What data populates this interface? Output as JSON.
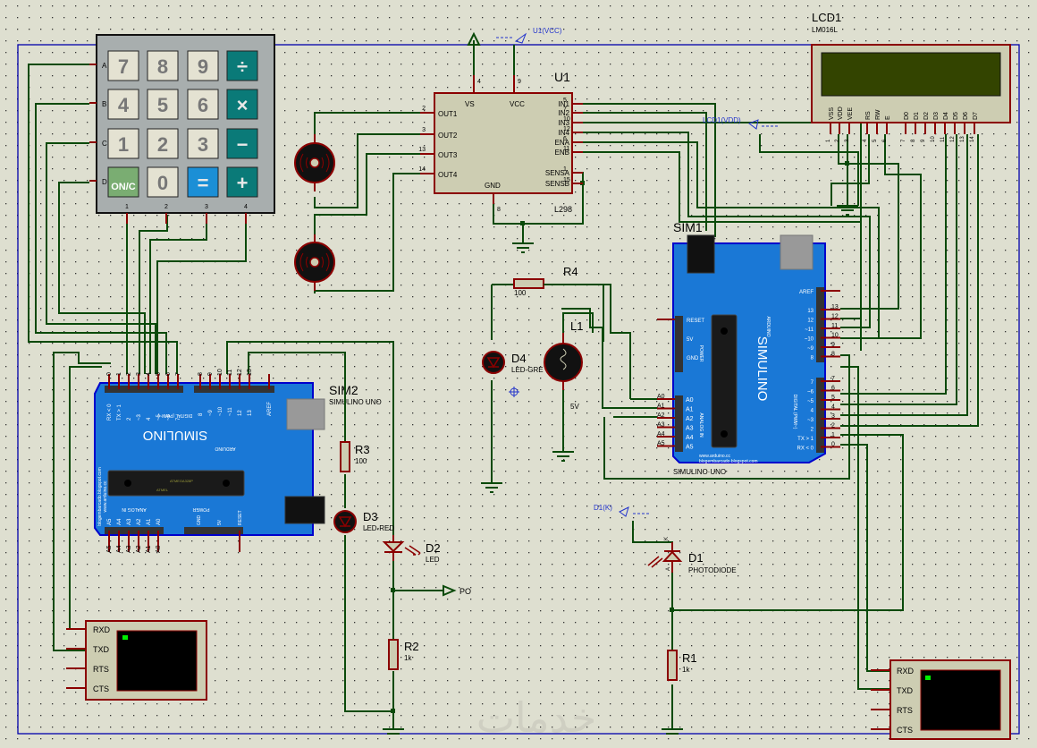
{
  "colors": {
    "background": "#dedfd0",
    "wire": "#0a4a0a",
    "pin": "#8b0000",
    "frame": "#0000aa",
    "arduino_board": "#1a78d6",
    "lcd_screen": "#334400",
    "terminal_screen": "#000000",
    "terminal_cursor": "#00ee00",
    "keypad_op": "#0a7a78",
    "keypad_on": "#7aad72",
    "keypad_equals": "#1b8fd6",
    "label_blue": "#2233cc"
  },
  "keypad": {
    "rows": [
      "A",
      "B",
      "C",
      "D"
    ],
    "cols": [
      "1",
      "2",
      "3",
      "4"
    ],
    "keys": [
      [
        "7",
        "8",
        "9",
        "÷"
      ],
      [
        "4",
        "5",
        "6",
        "×"
      ],
      [
        "1",
        "2",
        "3",
        "−"
      ],
      [
        "ON/C",
        "0",
        "=",
        "+"
      ]
    ]
  },
  "l298": {
    "ref": "U1",
    "part": "L298",
    "top_pins": [
      {
        "name": "VS",
        "num": "4"
      },
      {
        "name": "VCC",
        "num": "9"
      }
    ],
    "left_pins": [
      {
        "name": "OUT1",
        "num": "2"
      },
      {
        "name": "OUT2",
        "num": "3"
      },
      {
        "name": "OUT3",
        "num": "13"
      },
      {
        "name": "OUT4",
        "num": "14"
      }
    ],
    "right_pins": [
      {
        "name": "IN1",
        "num": "5"
      },
      {
        "name": "IN2",
        "num": "7"
      },
      {
        "name": "IN3",
        "num": "10"
      },
      {
        "name": "IN4",
        "num": "12"
      },
      {
        "name": "ENA",
        "num": "6"
      },
      {
        "name": "ENB",
        "num": "11"
      },
      {
        "name": "SENSA",
        "num": "1"
      },
      {
        "name": "SENSB",
        "num": "15"
      }
    ],
    "bottom_pin": {
      "name": "GND",
      "num": "8"
    },
    "power_label": "U1(VCC)"
  },
  "lcd": {
    "ref": "LCD1",
    "part": "LM016L",
    "power_label": "LCD1(VDD)",
    "pins": [
      {
        "name": "VSS",
        "num": "1"
      },
      {
        "name": "VDD",
        "num": "2"
      },
      {
        "name": "VEE",
        "num": "3"
      },
      {
        "name": "RS",
        "num": "4"
      },
      {
        "name": "RW",
        "num": "5"
      },
      {
        "name": "E",
        "num": "6"
      },
      {
        "name": "D0",
        "num": "7"
      },
      {
        "name": "D1",
        "num": "8"
      },
      {
        "name": "D2",
        "num": "9"
      },
      {
        "name": "D3",
        "num": "10"
      },
      {
        "name": "D4",
        "num": "11"
      },
      {
        "name": "D5",
        "num": "12"
      },
      {
        "name": "D6",
        "num": "13"
      },
      {
        "name": "D7",
        "num": "14"
      }
    ]
  },
  "sim1": {
    "ref": "SIM1",
    "part": "SIMULINO·UNO",
    "brand": "SIMULINO",
    "arduino": "ARDUINO",
    "digital_label": "DIGITAL (PWM~)",
    "analog_label": "ANALOG IN",
    "power_label": "POWER",
    "url1": "www.arduino.cc",
    "url2": "blogembarcado.blogspot.com",
    "digital_pins_hi": [
      "AREF",
      "",
      "13",
      "12",
      "~11",
      "~10",
      "~9",
      "8"
    ],
    "digital_pins_hi_nums": [
      "",
      "",
      "13",
      "12",
      "11",
      "10",
      "9",
      "8"
    ],
    "digital_pins_lo": [
      "7",
      "~6",
      "~5",
      "4",
      "~3",
      "2",
      "TX > 1",
      "RX < 0"
    ],
    "digital_pins_lo_nums": [
      "7",
      "6",
      "5",
      "4",
      "3",
      "2",
      "1",
      "0"
    ],
    "power_pins": [
      "RESET",
      "",
      "5V",
      "",
      "GND",
      ""
    ],
    "analog_pins": [
      "A0",
      "A1",
      "A2",
      "A3",
      "A4",
      "A5"
    ]
  },
  "sim2": {
    "ref": "SIM2",
    "part": "SIMULINO UNO",
    "brand": "SIMULINO",
    "arduino": "ARDUINO",
    "digital_label": "DIGITAL (PWM~)",
    "analog_label": "ANALOG IN",
    "power_label": "POWER",
    "url1": "www.arduino.cc",
    "url2": "blogembarcado.blogspot.com",
    "chip_text1": "ATMEGA328P",
    "chip_text2": "ATMEL",
    "digital_pins_lo": [
      "RX < 0",
      "TX > 1",
      "2",
      "~3",
      "4",
      "~5",
      "~6",
      "7"
    ],
    "digital_pins_lo_nums": [
      "0",
      "1",
      "2",
      "3",
      "4",
      "5",
      "6",
      "7"
    ],
    "digital_pins_hi": [
      "8",
      "~9",
      "~10",
      "~11",
      "12",
      "13",
      "",
      "AREF"
    ],
    "digital_pins_hi_nums": [
      "8",
      "9",
      "10",
      "11",
      "12",
      "13",
      "",
      ""
    ],
    "analog_pins": [
      "A5",
      "A4",
      "A3",
      "A2",
      "A1",
      "A0"
    ],
    "power_pins": [
      "GND",
      "5V",
      "RESET"
    ]
  },
  "components": {
    "r1": {
      "ref": "R1",
      "value": "1k"
    },
    "r2": {
      "ref": "R2",
      "value": "1k"
    },
    "r3": {
      "ref": "R3",
      "value": "100"
    },
    "r4": {
      "ref": "R4",
      "value": "100"
    },
    "d1": {
      "ref": "D1",
      "value": "PHOTODIODE",
      "anode": "A",
      "cathode": "K",
      "net_label": "D1(K)"
    },
    "d2": {
      "ref": "D2",
      "value": "LED"
    },
    "d3": {
      "ref": "D3",
      "value": "LED-RED"
    },
    "d4": {
      "ref": "D4",
      "value": "LED-GRE"
    },
    "l1": {
      "ref": "L1",
      "value": "5V"
    },
    "po": {
      "label": "PO"
    }
  },
  "terminals": [
    {
      "pins": [
        "RXD",
        "TXD",
        "RTS",
        "CTS"
      ]
    },
    {
      "pins": [
        "RXD",
        "TXD",
        "RTS",
        "CTS"
      ]
    }
  ]
}
